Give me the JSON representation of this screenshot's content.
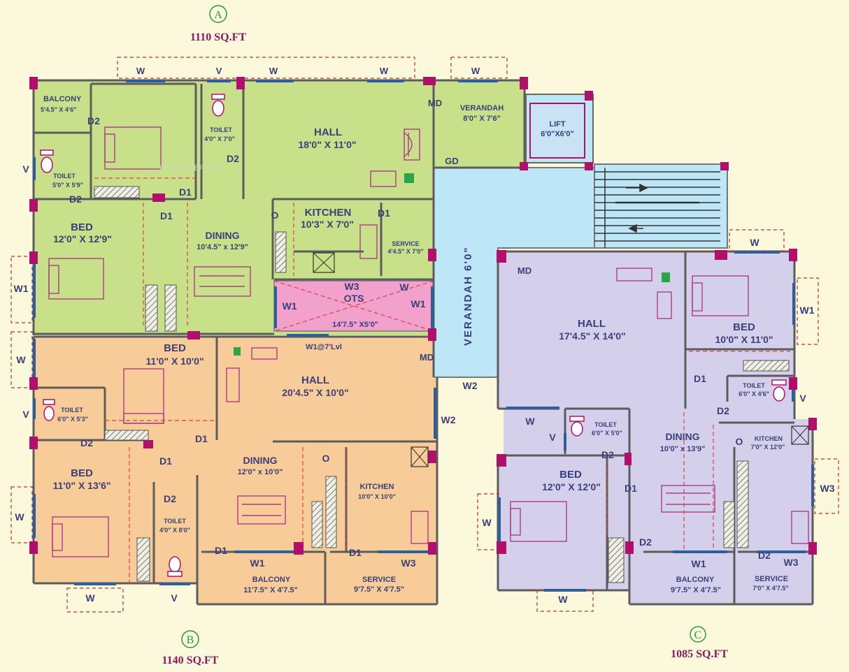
{
  "units": [
    {
      "letter": "A",
      "area": "1110  SQ.FT"
    },
    {
      "letter": "B",
      "area": "1140  SQ.FT"
    },
    {
      "letter": "C",
      "area": "1085  SQ.FT"
    }
  ],
  "watermark": "PROPTIGER.com",
  "colors": {
    "background": "#fcf8dc",
    "unit_a": "#c8e08a",
    "unit_b": "#f8cc98",
    "unit_c": "#d4d0ec",
    "verandah": "#bde6f6",
    "ots": "#f2a0cc",
    "column": "#b0106c",
    "label": "#3a3f7a"
  },
  "unit_a": {
    "balcony": {
      "name": "BALCONY",
      "dim": "5'4.5\" X 4'6\""
    },
    "toilet1": {
      "name": "TOILET",
      "dim": "5'0\" X 5'9\""
    },
    "toilet2": {
      "name": "TOILET",
      "dim": "4'0\" X 7'0\""
    },
    "hall": {
      "name": "HALL",
      "dim": "18'0\" X 11'0\""
    },
    "verandah": {
      "name": "VERANDAH",
      "dim": "8'0\" X 7'6\""
    },
    "lift": {
      "name": "LIFT",
      "dim": "6'0\"X6'0\""
    },
    "bed": {
      "name": "BED",
      "dim": "12'0\" X 12'9\""
    },
    "dining": {
      "name": "DINING",
      "dim": "10'4.5\" x 12'9\""
    },
    "kitchen": {
      "name": "KITCHEN",
      "dim": "10'3\" X 7'0\""
    },
    "service": {
      "name": "SERVICE",
      "dim": "4'4.5\" X 7'0\""
    },
    "ots": {
      "name": "OTS",
      "dim": "14'7.5\" X5'0\""
    }
  },
  "unit_b": {
    "bed1": {
      "name": "BED",
      "dim": "11'0\" X 10'0\""
    },
    "toilet1": {
      "name": "TOILET",
      "dim": "6'0\" X 5'3\""
    },
    "hall": {
      "name": "HALL",
      "dim": "20'4.5\" X 10'0\""
    },
    "bed2": {
      "name": "BED",
      "dim": "11'0\" X 13'6\""
    },
    "toilet2": {
      "name": "TOILET",
      "dim": "4'0\" X 8'0\""
    },
    "dining": {
      "name": "DINING",
      "dim": "12'0\" x 10'0\""
    },
    "kitchen": {
      "name": "KITCHEN",
      "dim": "10'0\" X 10'0\""
    },
    "balcony": {
      "name": "BALCONY",
      "dim": "11'7.5\" X 4'7.5\""
    },
    "service": {
      "name": "SERVICE",
      "dim": "9'7.5\" X 4'7.5\""
    }
  },
  "unit_c": {
    "hall": {
      "name": "HALL",
      "dim": "17'4.5\" X 14'0\""
    },
    "bed1": {
      "name": "BED",
      "dim": "10'0\" X 11'0\""
    },
    "toilet1": {
      "name": "TOILET",
      "dim": "6'0\" X 4'6\""
    },
    "toilet2": {
      "name": "TOILET",
      "dim": "6'0\" X 5'0\""
    },
    "dining": {
      "name": "DINING",
      "dim": "10'0\" x 13'9\""
    },
    "kitchen": {
      "name": "KITCHEN",
      "dim": "7'0\" X 12'0\""
    },
    "bed2": {
      "name": "BED",
      "dim": "12'0\" X 12'0\""
    },
    "balcony": {
      "name": "BALCONY",
      "dim": "9'7.5\" X 4'7.5\""
    },
    "service": {
      "name": "SERVICE",
      "dim": "7'0\" X 4'7.5\""
    }
  },
  "common": {
    "verandah": "VERANDAH 6'0\""
  },
  "tags": {
    "W": "W",
    "V": "V",
    "W1": "W1",
    "W2": "W2",
    "W3": "W3",
    "D1": "D1",
    "D2": "D2",
    "MD": "MD",
    "GD": "GD",
    "O": "O",
    "W1_lvl": "W1@7'Lvl"
  }
}
